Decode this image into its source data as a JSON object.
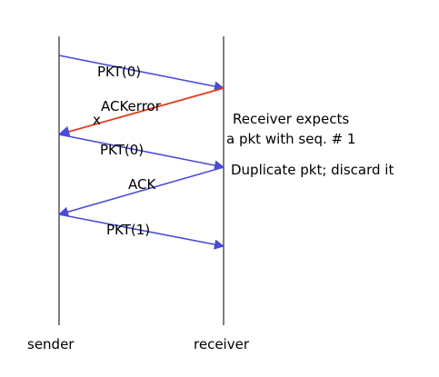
{
  "actors": {
    "sender": "sender",
    "receiver": "receiver"
  },
  "messages": {
    "pkt0_first": "PKT(0)",
    "ack_error": "ACKerror",
    "corruption_mark": "x",
    "pkt0_resend": "PKT(0)",
    "ack": "ACK",
    "pkt1": "PKT(1)"
  },
  "notes": {
    "expects_line1": "Receiver expects",
    "expects_line2": "a pkt with seq. # 1",
    "duplicate": "Duplicate pkt; discard it"
  },
  "colors": {
    "packet_arrow": "#4a4ad8",
    "error_arrow": "#e03a1a",
    "lifeline": "#000000"
  }
}
